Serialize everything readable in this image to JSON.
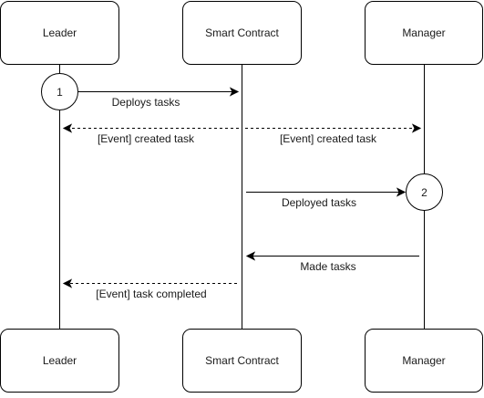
{
  "participants": {
    "leader": "Leader",
    "contract": "Smart Contract",
    "manager": "Manager"
  },
  "steps": {
    "one": "1",
    "two": "2"
  },
  "messages": {
    "deploys_tasks": "Deploys tasks",
    "event_created_left": "[Event] created task",
    "event_created_right": "[Event] created task",
    "deployed_tasks": "Deployed tasks",
    "made_tasks": "Made tasks",
    "event_completed": "[Event] task completed"
  }
}
